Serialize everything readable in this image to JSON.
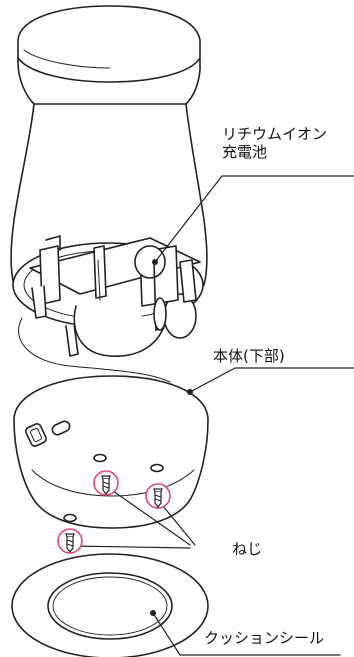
{
  "labels": {
    "battery_line1": "リチウムイオン",
    "battery_line2": "充電池",
    "body_lower": "本体(下部)",
    "screw": "ねじ",
    "cushion_seal": "クッションシール"
  },
  "colors": {
    "line": "#222222",
    "screw_highlight": "#e0457b"
  },
  "icons": [
    "screw-icon"
  ]
}
